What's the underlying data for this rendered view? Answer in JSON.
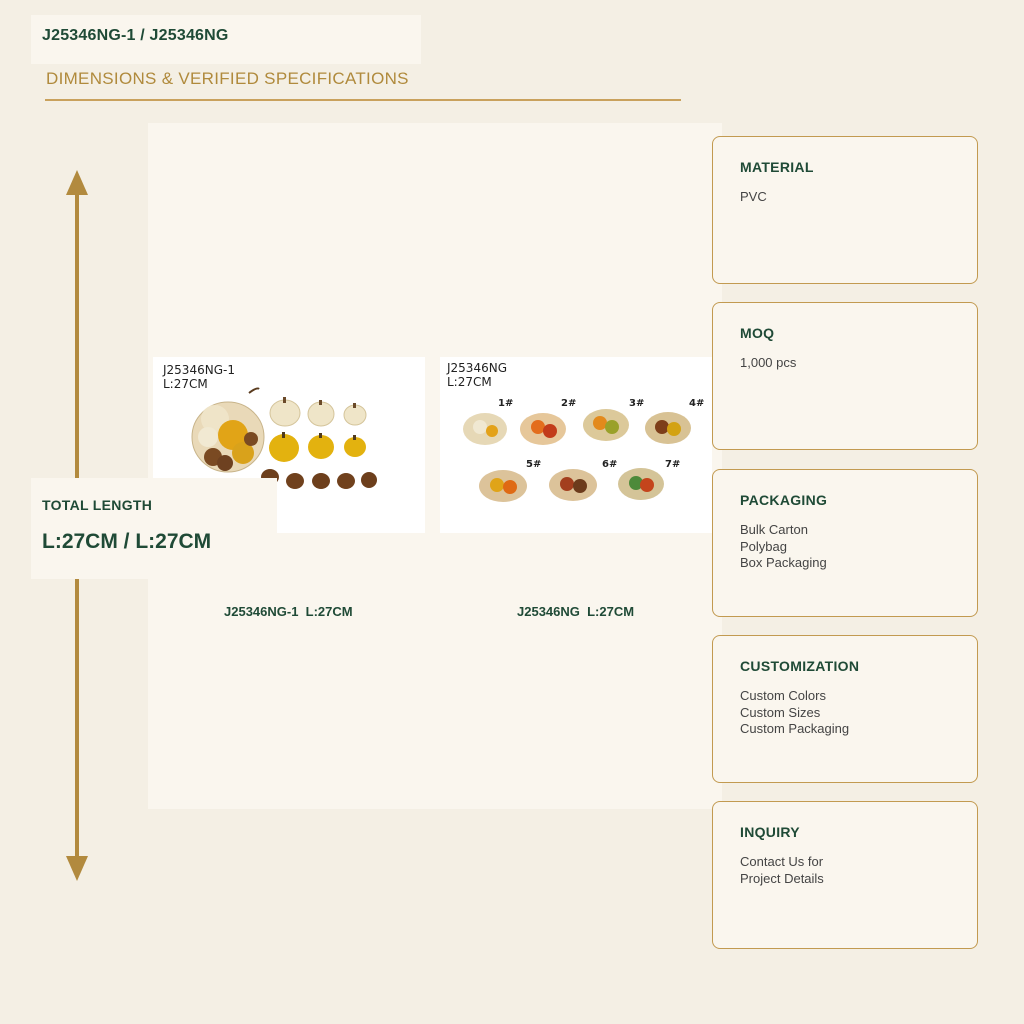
{
  "header": {
    "title": "J25346NG-1 / J25346NG",
    "subtitle": "DIMENSIONS & VERIFIED SPECIFICATIONS"
  },
  "length": {
    "label": "TOTAL LENGTH",
    "value": "L:27CM / L:27CM"
  },
  "products": [
    {
      "photo_label": "J25346NG-1\nL:27CM",
      "caption": "J25346NG-1  L:27CM"
    },
    {
      "photo_label": "J25346NG\nL:27CM",
      "caption": "J25346NG  L:27CM",
      "variants": [
        "1#",
        "2#",
        "3#",
        "4#",
        "5#",
        "6#",
        "7#"
      ]
    }
  ],
  "specs": [
    {
      "title": "MATERIAL",
      "lines": [
        "PVC"
      ]
    },
    {
      "title": "MOQ",
      "lines": [
        "1,000 pcs"
      ]
    },
    {
      "title": "PACKAGING",
      "lines": [
        "Bulk Carton",
        "Polybag",
        "Box Packaging"
      ]
    },
    {
      "title": "CUSTOMIZATION",
      "lines": [
        "Custom Colors",
        "Custom Sizes",
        "Custom Packaging"
      ]
    },
    {
      "title": "INQUIRY",
      "lines": [
        "Contact Us for",
        "Project Details"
      ]
    }
  ],
  "colors": {
    "background": "#f4efe4",
    "panel": "#faf6ee",
    "accent_gold": "#b28a3e",
    "text_green": "#1f4a36"
  }
}
